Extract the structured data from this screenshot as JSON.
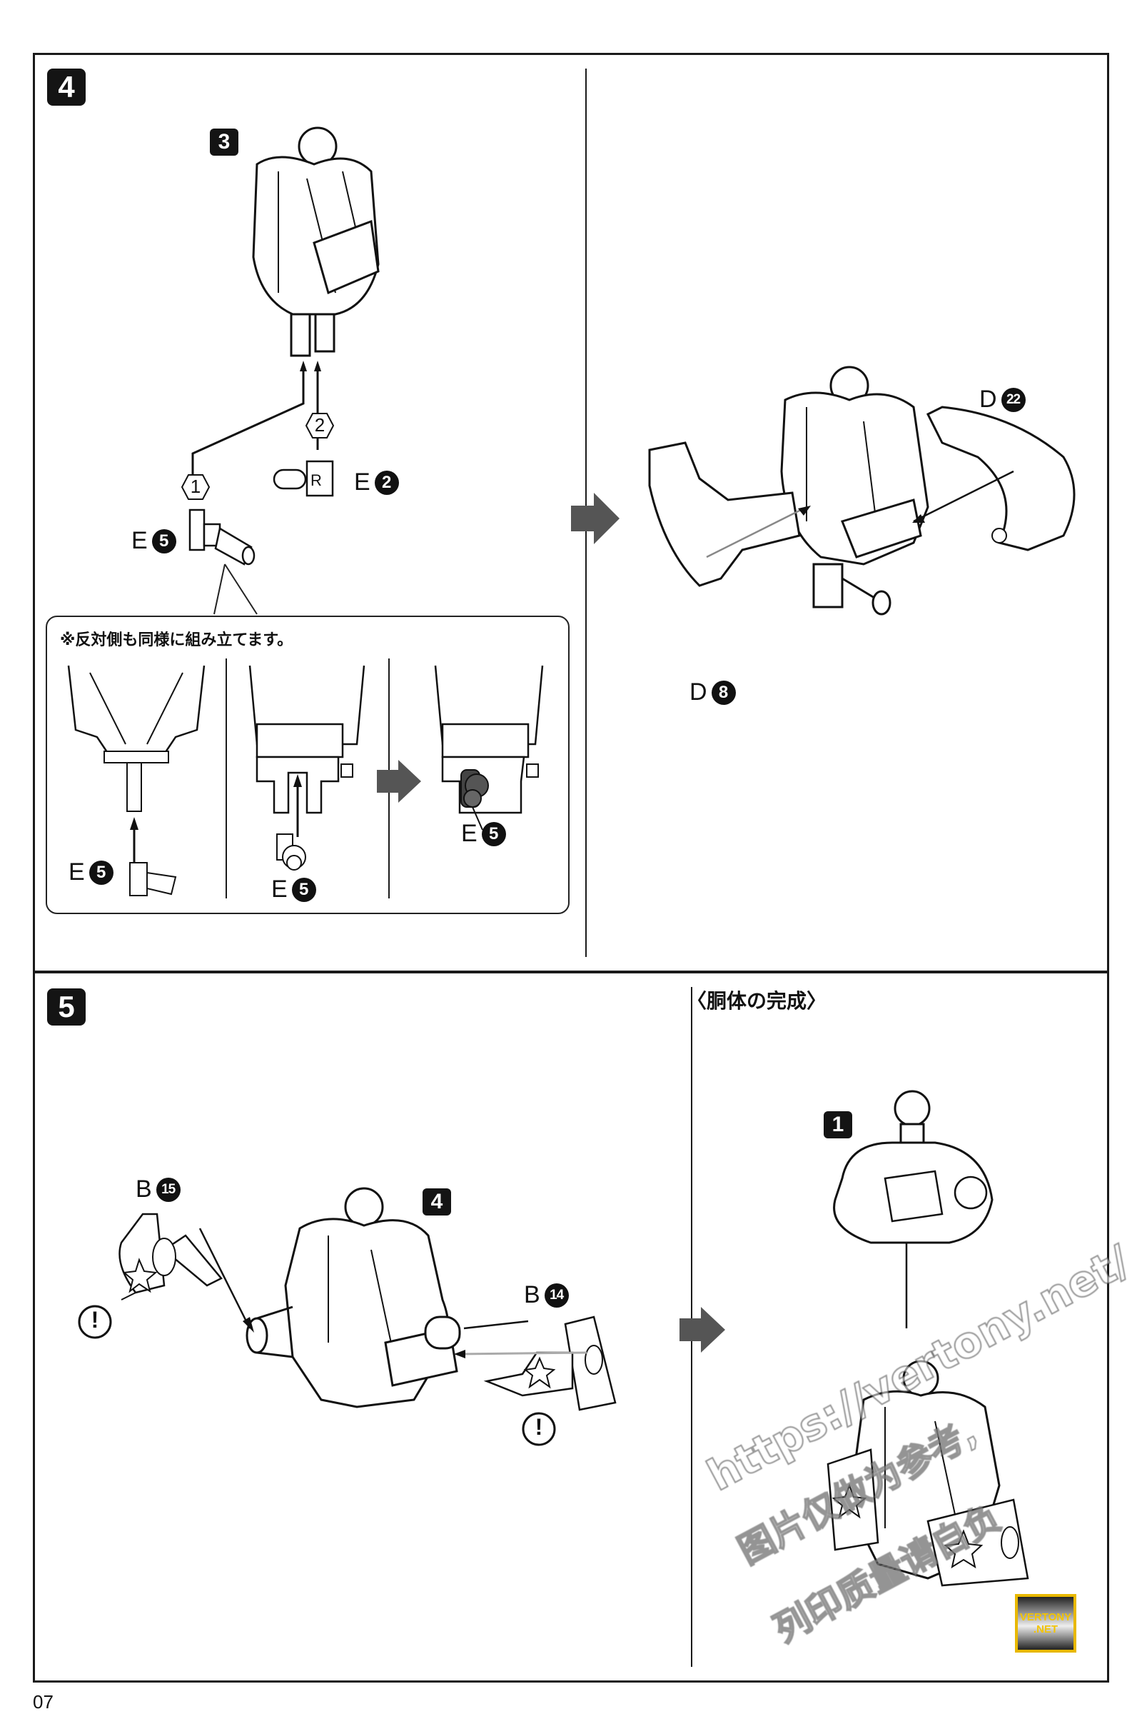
{
  "page": {
    "number": "07"
  },
  "step4": {
    "badge": "4",
    "subassembly_badge": "3",
    "sequence": [
      {
        "order": "1",
        "part": {
          "letter": "E",
          "num": "5"
        }
      },
      {
        "order": "2",
        "part": {
          "letter": "E",
          "num": "2"
        },
        "marking": "R"
      }
    ],
    "callout": {
      "note": "※反対側も同様に組み立てます。",
      "panels": [
        {
          "part": {
            "letter": "E",
            "num": "5"
          }
        },
        {
          "part": {
            "letter": "E",
            "num": "5"
          }
        },
        {
          "part": {
            "letter": "E",
            "num": "5"
          }
        }
      ]
    },
    "right": {
      "parts": [
        {
          "letter": "D",
          "num": "22"
        },
        {
          "letter": "D",
          "num": "8"
        }
      ]
    }
  },
  "step5": {
    "badge": "5",
    "subassembly_badge": "4",
    "parts": [
      {
        "letter": "B",
        "num": "15",
        "caution": "!"
      },
      {
        "letter": "B",
        "num": "14",
        "caution": "!"
      }
    ],
    "completion": {
      "title": "〈胴体の完成〉",
      "subassembly_badge": "1"
    }
  },
  "watermark": {
    "url": "https://vertony.net/",
    "line2": "图片仅做为参考,",
    "line3": "列印质量请自负",
    "logo_line1": "VERTONY",
    "logo_line2": ".NET",
    "logo_colors": {
      "border": "#e8b800",
      "text": "#f2c300"
    }
  },
  "colors": {
    "ink": "#141414",
    "arrow_fill": "#555555",
    "paper": "#ffffff"
  }
}
